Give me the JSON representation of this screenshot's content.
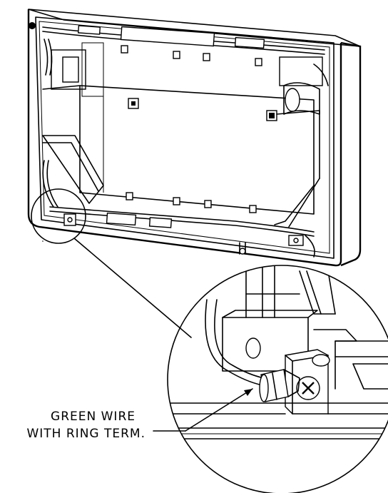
{
  "diagram": {
    "callout": {
      "line1": "GREEN WIRE",
      "line2": "WITH RING TERM."
    },
    "icons": [
      "enclosure-drawing",
      "detail-circle",
      "ring-terminal",
      "screw"
    ]
  }
}
